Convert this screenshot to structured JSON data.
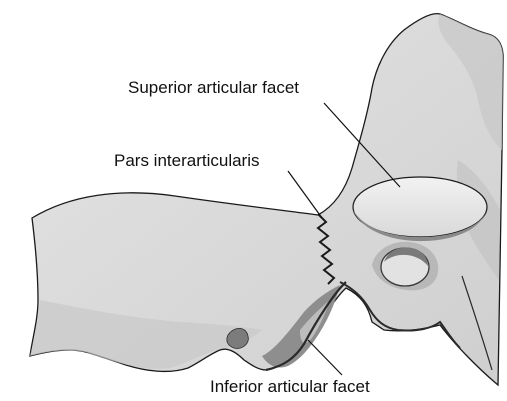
{
  "labels": {
    "superior_articular_facet": "Superior articular facet",
    "pars_interarticularis": "Pars interarticularis",
    "inferior_articular_facet": "Inferior articular facet"
  },
  "colors": {
    "bone_fill": "#dcdcdc",
    "bone_outline": "#1a1a1a",
    "facet_fill": "#eaeaea",
    "shadow": "#a9a9a9",
    "dark_shadow": "#6e6e6e",
    "leader_line": "#111111"
  }
}
